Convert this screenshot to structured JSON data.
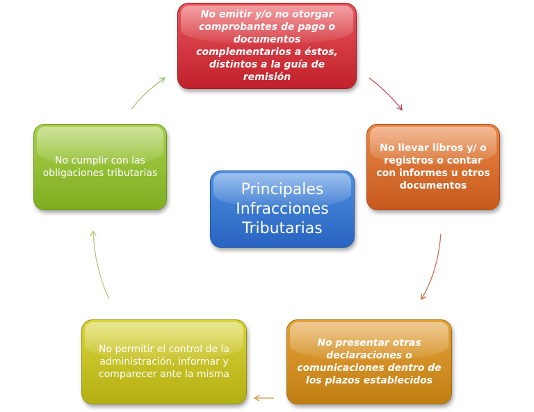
{
  "center": {
    "line1": "Principales",
    "line2": "Infracciones",
    "line3": "Tributarias",
    "color": "#3a78d0"
  },
  "nodes": [
    {
      "id": "top",
      "text": "No emitir y/o no otorgar comprobantes de pago o documentos complementarios a éstos, distintos a la guía de remisión",
      "color": "#d0303a",
      "style": "bold-italic"
    },
    {
      "id": "right",
      "text": "No llevar libros y/ o registros o contar con informes u otros documentos",
      "color": "#d86a2a",
      "style": "bold"
    },
    {
      "id": "bottomright",
      "text": "No presentar otras declaraciones o comunicaciones dentro de los plazos establecidos",
      "color": "#d28e1e",
      "style": "bold-italic"
    },
    {
      "id": "bottomleft",
      "text": "No permitir el control de la administración, informar y comparecer ante la misma",
      "color": "#c6c21e",
      "style": "normal"
    },
    {
      "id": "left",
      "text": "No cumplir con las obligaciones tributarias",
      "color": "#8fbe30",
      "style": "normal"
    }
  ],
  "arrow_colors": {
    "top_to_right": "#c0404a",
    "right_to_bottomright": "#c8643a",
    "bottomright_to_bottomleft": "#d09840",
    "bottomleft_to_left": "#b8c070",
    "left_to_top": "#98c070"
  }
}
